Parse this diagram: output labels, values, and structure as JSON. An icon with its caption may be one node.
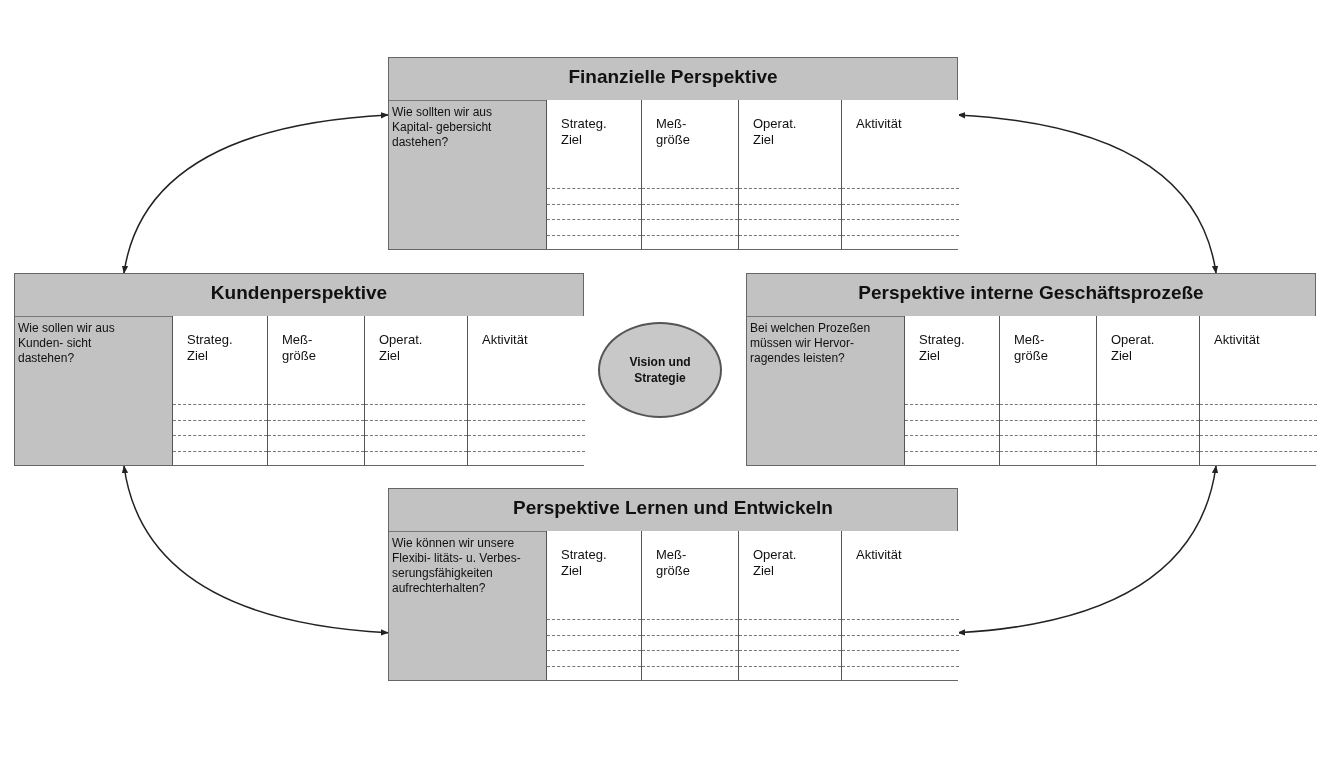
{
  "diagram": {
    "nodes": [
      {
        "text": [
          "Finanzielle Perspektive",
          "Wie sollten wir aus Kapital- gebersicht dastehen?"
        ]
      },
      {
        "text": [
          "Strateg. Ziel"
        ],
        "in": 0
      },
      {
        "text": [
          "Meß- größe"
        ],
        "in": 0
      },
      {
        "text": [
          "Operat. Ziel"
        ],
        "in": 0
      },
      {
        "text": [
          "Aktivität"
        ],
        "in": 0
      },
      {
        "text": [
          "Kundenperspektive",
          "Wie sollen wir aus Kunden- sicht dastehen?"
        ]
      },
      {
        "text": [
          "Strateg. Ziel"
        ],
        "in": 5
      },
      {
        "text": [
          "Meß- größe"
        ],
        "in": 5
      },
      {
        "text": [
          "Operat. Ziel"
        ],
        "in": 5
      },
      {
        "text": [
          "Aktivität"
        ],
        "in": 5
      },
      {
        "text": [
          "Vision und Strategie"
        ]
      },
      {
        "text": [
          "Perspektive interne Geschäftsprozeße",
          "Bei welchen Prozeßen müssen wir Hervor- ragendes leisten?"
        ]
      },
      {
        "text": [
          "Strateg. Ziel"
        ],
        "in": 11
      },
      {
        "text": [
          "Meß- größe"
        ],
        "in": 11
      },
      {
        "text": [
          "Operat. Ziel"
        ],
        "in": 11
      },
      {
        "text": [
          "Aktivität"
        ],
        "in": 11
      },
      {
        "text": [
          "Perspektive Lernen und Entwickeln",
          "Wie können wir unsere Flexibi- litäts- u. Verbes- serungsfähigkeiten aufrechterhalten?"
        ]
      },
      {
        "text": [
          "Strateg. Ziel"
        ],
        "in": 16
      },
      {
        "text": [
          "Meß- größe"
        ],
        "in": 16
      },
      {
        "text": [
          "Operat. Ziel"
        ],
        "in": 16
      },
      {
        "text": [
          "Aktivität"
        ],
        "in": 16
      }
    ],
    "edges": [
      {
        "from": 5,
        "to": 0,
        "arrow": "both"
      },
      {
        "from": 0,
        "to": 11,
        "arrow": "both"
      },
      {
        "from": 5,
        "to": 16,
        "arrow": "both"
      },
      {
        "from": 16,
        "to": 11,
        "arrow": "both"
      }
    ]
  }
}
